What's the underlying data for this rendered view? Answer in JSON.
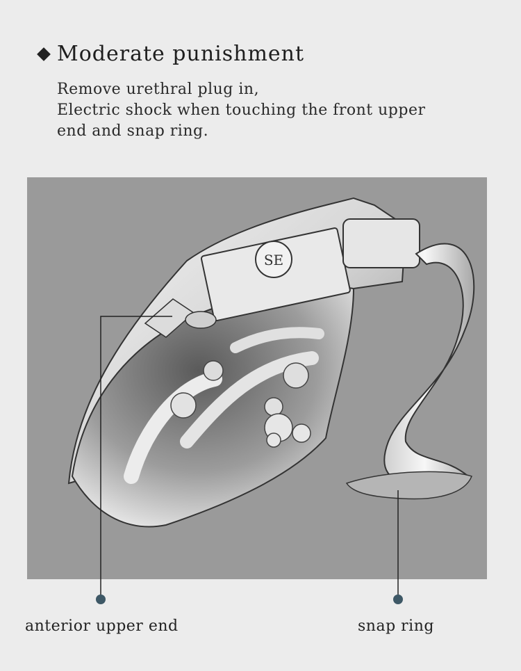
{
  "heading": {
    "title": "Moderate punishment",
    "icon": "diamond-bullet-icon"
  },
  "description": {
    "lines": [
      "Remove urethral plug in,",
      "Electric shock when touching the front upper",
      "end and snap ring."
    ]
  },
  "illustration": {
    "logo_text": "SE",
    "background_color": "#9a9a9a"
  },
  "callouts": {
    "left_label": "anterior upper end",
    "right_label": "snap ring",
    "dot_color": "#3e5866"
  }
}
